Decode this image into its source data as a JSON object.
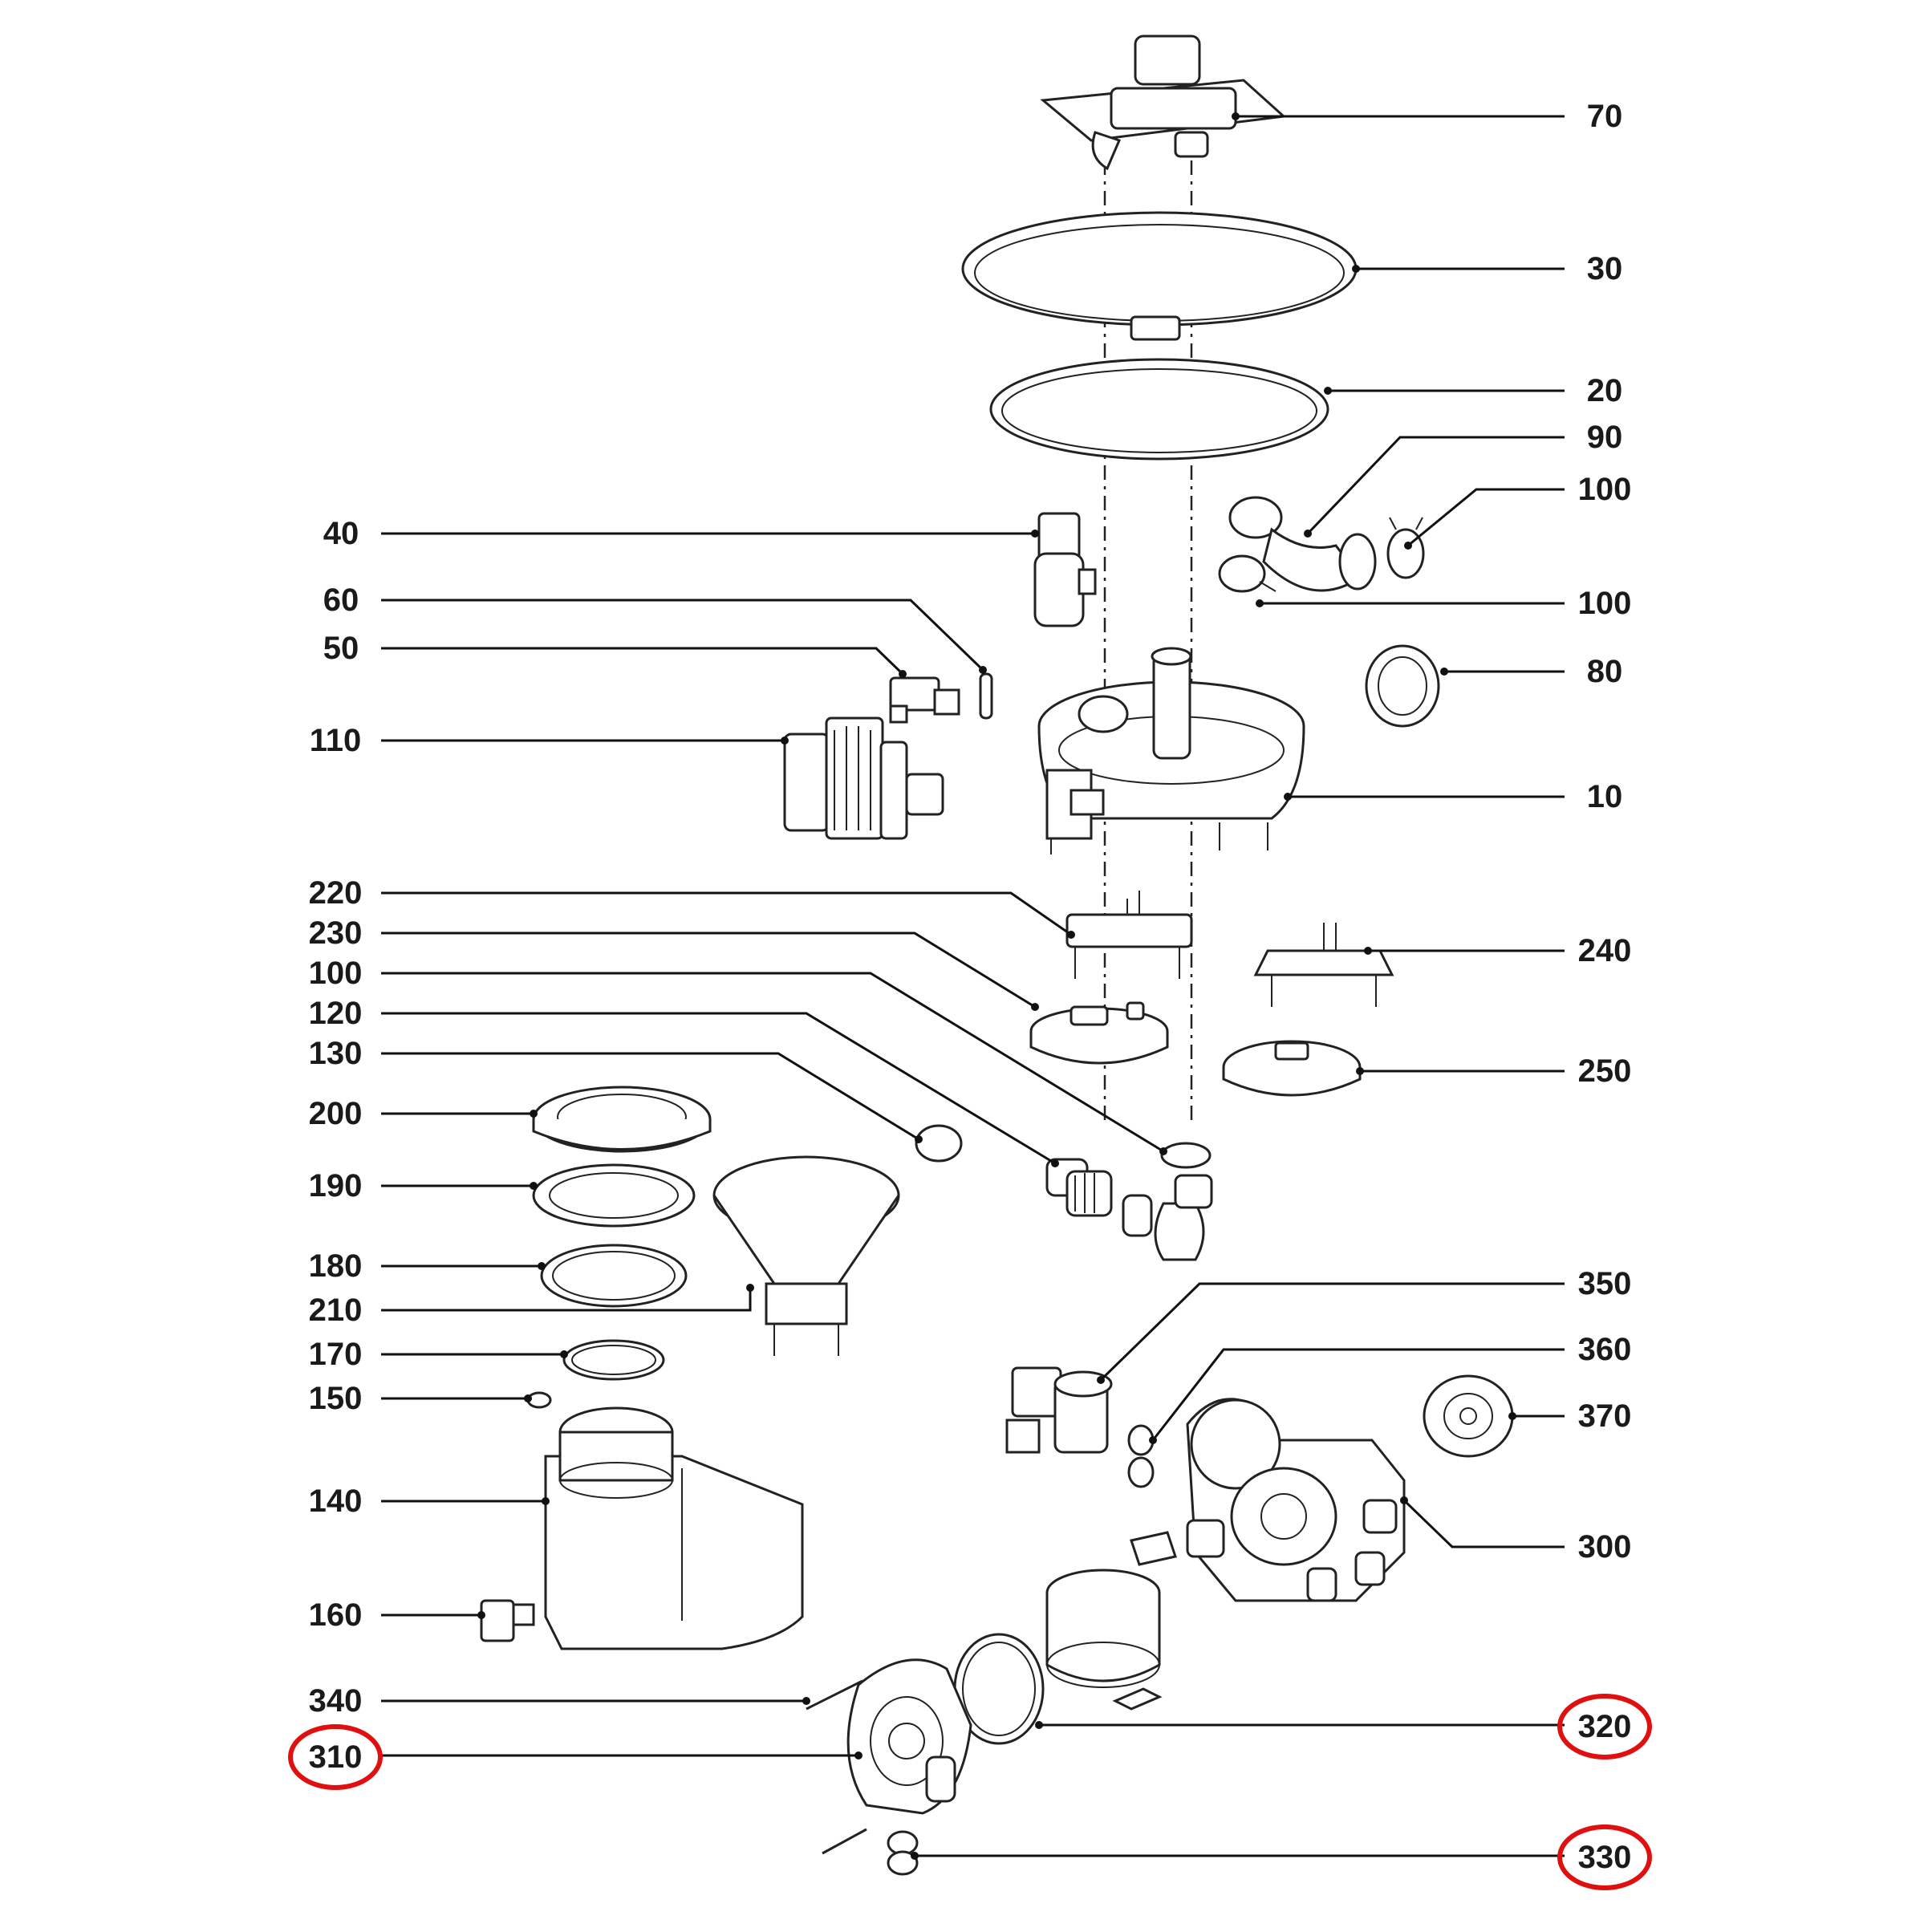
{
  "labels": {
    "p70": "70",
    "p30": "30",
    "p20": "20",
    "p90": "90",
    "p100a": "100",
    "p40": "40",
    "p100b": "100",
    "p60": "60",
    "p50": "50",
    "p80": "80",
    "p110": "110",
    "p10": "10",
    "p220": "220",
    "p230": "230",
    "p240": "240",
    "p100c": "100",
    "p120": "120",
    "p130": "130",
    "p250": "250",
    "p200": "200",
    "p190": "190",
    "p180": "180",
    "p210": "210",
    "p350": "350",
    "p170": "170",
    "p360": "360",
    "p150": "150",
    "p370": "370",
    "p140": "140",
    "p300": "300",
    "p160": "160",
    "p340": "340",
    "p310": "310",
    "p320": "320",
    "p330": "330"
  },
  "highlighted": [
    "310",
    "320",
    "330"
  ],
  "highlight_color": "#e01010"
}
